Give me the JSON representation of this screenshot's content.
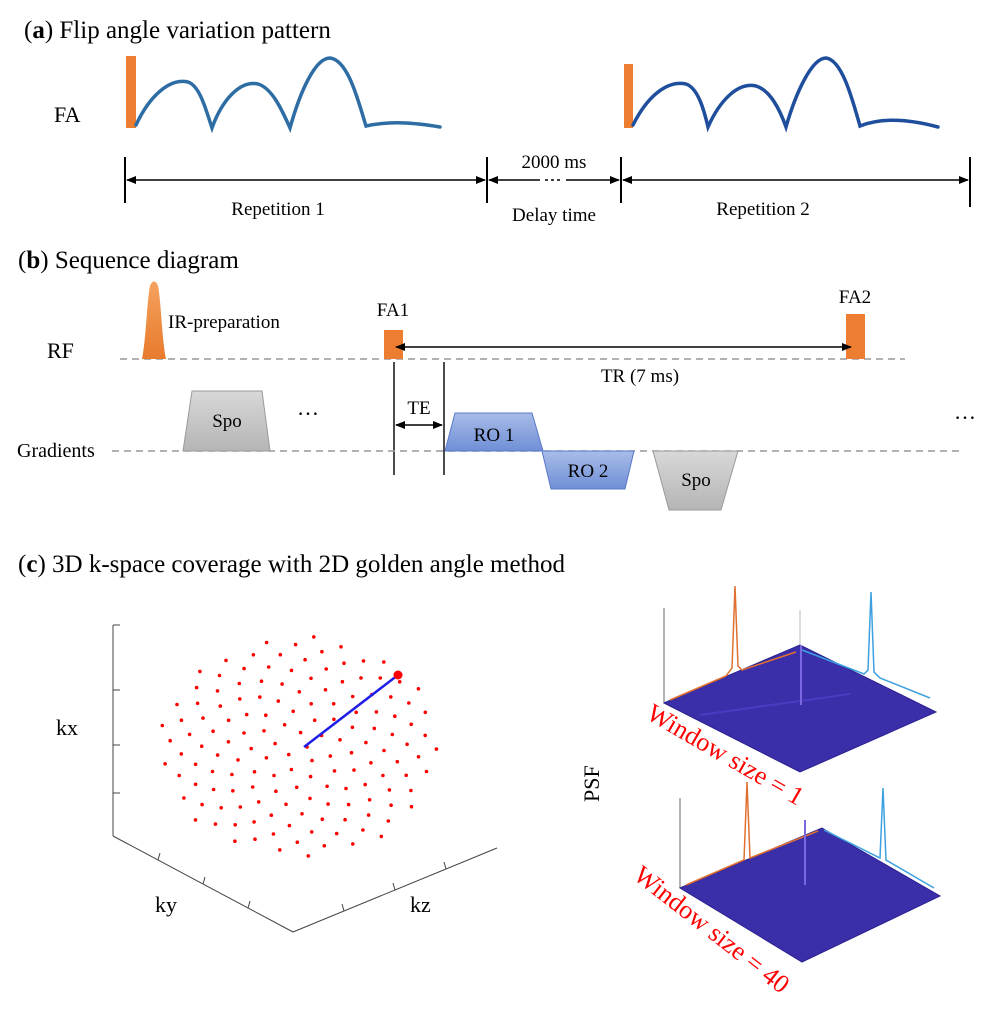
{
  "panel_a": {
    "title_letter": "a",
    "title_text": " Flip angle variation pattern",
    "fa_label": "FA",
    "rep1_label": "Repetition 1",
    "delay_value": "2000 ms",
    "delay_label": "Delay time",
    "rep2_label": "Repetition 2",
    "colors": {
      "pulse": "#ed7d31",
      "curve1": "#2e6da4",
      "curve2": "#1f4e9c"
    }
  },
  "panel_b": {
    "title_letter": "b",
    "title_text": " Sequence diagram",
    "rf_label": "RF",
    "ir_label": "IR-preparation",
    "fa1_label": "FA1",
    "fa2_label": "FA2",
    "tr_label": "TR (7 ms)",
    "te_label": "TE",
    "gradients_label": "Gradients",
    "spo_label": "Spo",
    "ro1_label": "RO 1",
    "ro2_label": "RO 2",
    "ellipsis": "…",
    "colors": {
      "pulse": "#ed7d31",
      "spoiler": "#c8c8c8",
      "readout": "#8ea5dc"
    }
  },
  "panel_c": {
    "title_letter": "c",
    "title_text": " 3D k-space coverage with 2D golden angle method",
    "kx_label": "kx",
    "ky_label": "ky",
    "kz_label": "kz",
    "psf_label": "PSF",
    "window1_label": "Window size = 1",
    "window40_label": "Window size = 40",
    "colors": {
      "points": "#ff0000",
      "spoke": "#1f1fe6",
      "surface": "#3a2fa8",
      "window_text": "#ff0000"
    }
  }
}
